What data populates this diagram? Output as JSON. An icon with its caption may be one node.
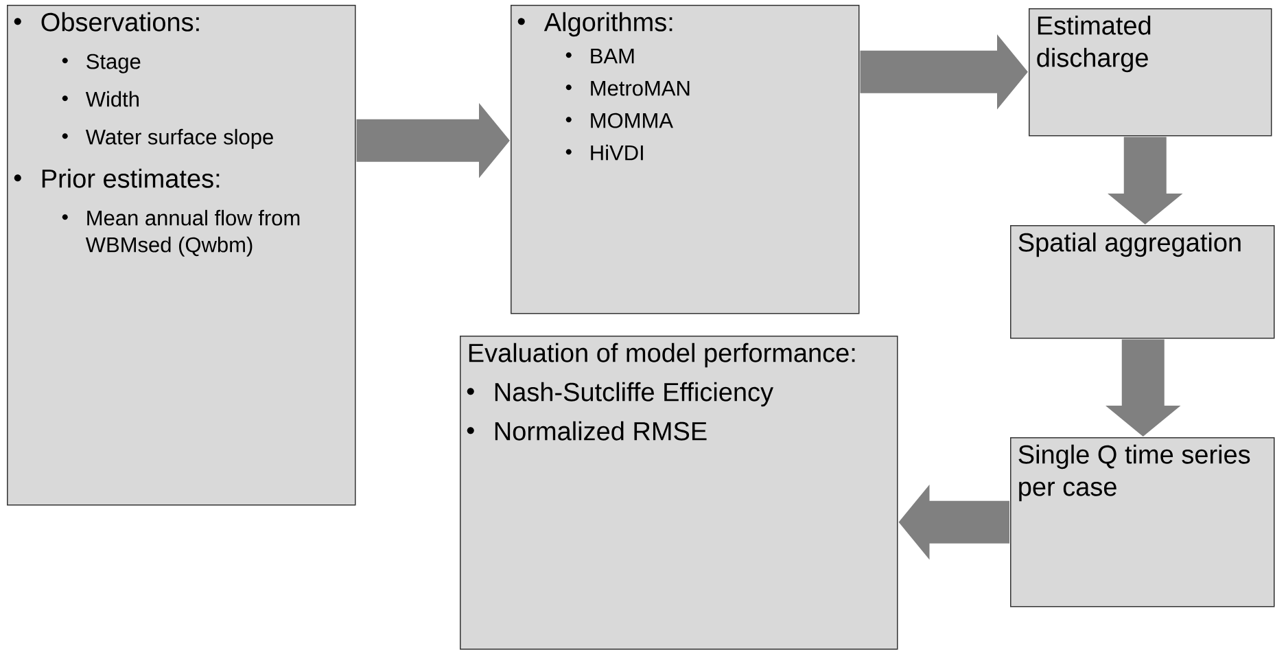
{
  "diagram": {
    "nodes": [
      {
        "text": [
          "Observations:",
          "Stage",
          "Width",
          "Water surface slope",
          "Prior estimates:",
          "Mean annual flow from WBMsed (Qwbm)"
        ]
      },
      {
        "text": [
          "Algorithms:",
          "BAM",
          "MetroMAN",
          "MOMMA",
          "HiVDI"
        ]
      },
      {
        "text": [
          "Estimated discharge"
        ]
      },
      {
        "text": [
          "Spatial aggregation"
        ]
      },
      {
        "text": [
          "Single Q time series per case"
        ]
      },
      {
        "text": [
          "Evaluation of model performance:",
          "Nash-Sutcliffe Efficiency",
          "Normalized RMSE"
        ]
      }
    ],
    "edges": [
      {
        "from": 0,
        "to": 1,
        "arrow": "to"
      },
      {
        "from": 1,
        "to": 2,
        "arrow": "to"
      },
      {
        "from": 2,
        "to": 3,
        "arrow": "to"
      },
      {
        "from": 3,
        "to": 4,
        "arrow": "to"
      },
      {
        "from": 4,
        "to": 5,
        "arrow": "to"
      }
    ]
  }
}
